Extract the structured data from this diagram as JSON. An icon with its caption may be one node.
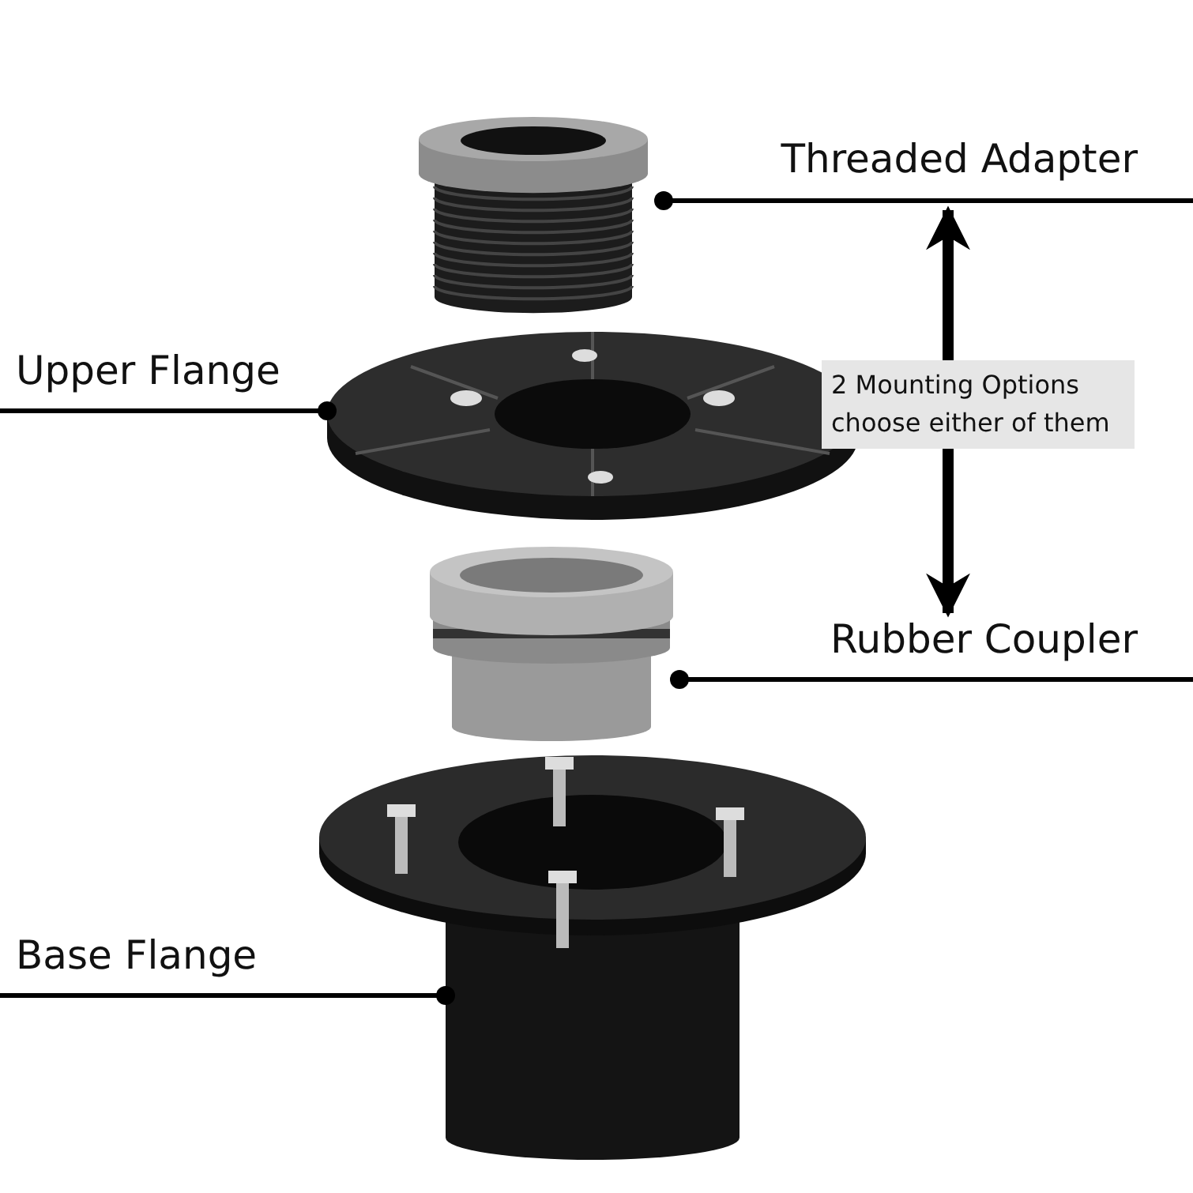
{
  "diagram": {
    "nodes": [
      {
        "text": [
          "Threaded Adapter"
        ]
      },
      {
        "text": [],
        "shape": "picture"
      },
      {
        "text": [
          "Upper Flange"
        ]
      },
      {
        "text": [],
        "shape": "picture"
      },
      {
        "text": [
          "Rubber Coupler"
        ]
      },
      {
        "text": [],
        "shape": "picture"
      },
      {
        "text": [
          "Base Flange"
        ]
      },
      {
        "text": [],
        "shape": "picture"
      }
    ],
    "edges": [
      {
        "from": 0,
        "to": 1,
        "arrow": "other"
      },
      {
        "from": 2,
        "to": 3,
        "arrow": "other"
      },
      {
        "from": 4,
        "to": 5,
        "arrow": "other"
      },
      {
        "from": 6,
        "to": 7,
        "arrow": "other"
      },
      {
        "from": 0,
        "to": 4,
        "arrow": "both",
        "style": "thick",
        "label": "2 Mounting Options choose either of them"
      }
    ]
  }
}
